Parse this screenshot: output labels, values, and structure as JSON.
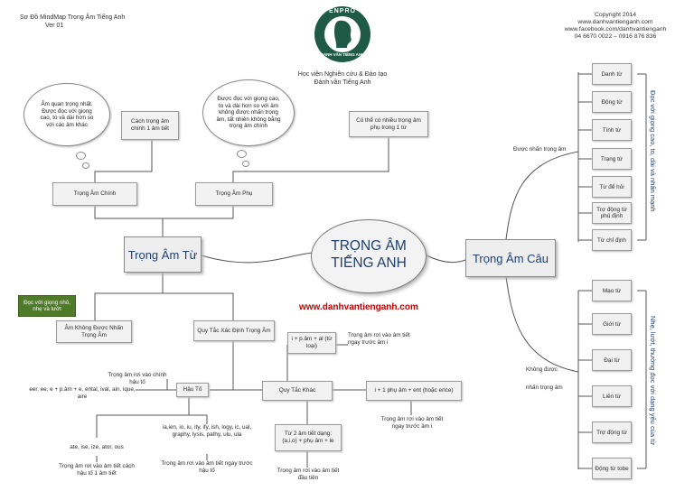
{
  "header": {
    "title_line1": "Sơ Đồ MindMap Trọng Âm Tiếng Anh",
    "title_line2": "Ver 01",
    "logo_top": "ENPRO",
    "logo_bottom": "ĐÁNH VẦN TIẾNG ANH",
    "org_line1": "Học viện Nghiên cứu & Đào tạo",
    "org_line2": "Đánh vần Tiếng Anh",
    "copyright": "Copyright 2014",
    "site": "www.danhvantienganh.com",
    "facebook": "www.facebook.com/danhvantienganh",
    "phones": "04 6670 0022 – 0916 876 836"
  },
  "center": {
    "line1": "TRỌNG ÂM",
    "line2": "TIẾNG ANH"
  },
  "website": "www.danhvantienganh.com",
  "left": {
    "main": "Trọng Âm Từ",
    "primary": "Trọng Âm Chính",
    "secondary": "Trọng Âm Phụ",
    "how_stressed": "Cách trọng âm chính 1 âm tiết",
    "secondary_multi": "Có thể có nhiều trọng âm phụ trong 1 từ",
    "cloud_primary": "Âm quan trọng nhất. Được đọc với giọng cao, to và dài hơn so với các âm khác",
    "cloud_secondary": "Được đọc với giọng cao, to và dài hơn so với âm không được nhấn trọng âm, tất nhiên không bằng trọng âm chính",
    "note_green": "Đọc với giọng nhỏ, nhẹ và lướt",
    "unstressed": "Âm Không Được Nhấn Trọng Âm",
    "rules": "Quy Tắc Xác Định Trọng Âm",
    "suffix": "Hậu Tố",
    "other_rules": "Quy Tắc Khác",
    "rule_ial": "i + p.âm + al (từ loại)",
    "rule_ial_note": "Trọng âm rơi vào âm tiết ngay trước âm i",
    "rule_ent": "i + 1 phụ âm + ent (hoặc ence)",
    "rule_ent_note": "Trọng âm rơi vào âm tiết ngay trước âm i",
    "rule_two": "Từ 2 âm tiết dạng: (a,i,o) + phụ âm + le",
    "rule_two_note": "Trọng âm rơi vào âm tiết đầu tiên",
    "suffix_note": "Trọng âm rơi vào chính hậu tố",
    "suffix_list1": "eer, ee, e + p.âm + e, ental, ival, ain, ique, aire",
    "suffix_list2": "ate, ise, ize, ator, ous",
    "suffix_list2_note": "Trọng âm rơi vào âm tiết cách hậu tố 1 âm tiết",
    "suffix_list3": "ia,ien, io, iu, ity, ify, ish, logy, ic, ual, graphy, lysis, pathy, ulu, ula",
    "suffix_list3_note": "Trọng âm rơi vào âm tiết ngay trước hậu tố"
  },
  "right": {
    "main": "Trọng Âm Câu",
    "stressed_label": "Được nhấn trọng âm",
    "unstressed_label_1": "Không được",
    "unstressed_label_2": "nhấn trọng âm",
    "stressed_items": [
      "Danh từ",
      "Động từ",
      "Tính từ",
      "Trạng từ",
      "Từ để hỏi",
      "Trợ động từ phủ định",
      "Từ chỉ định"
    ],
    "unstressed_items": [
      "Mạo từ",
      "Giới từ",
      "Đại từ",
      "Liên từ",
      "Trợ động từ",
      "Động từ tobe"
    ],
    "stressed_note": "Đọc với giọng cao, to, dài và nhấn mạnh",
    "unstressed_note": "Nhẹ, lướt, thường đọc với dạng yếu của từ"
  },
  "colors": {
    "main_text": "#1f3f6f",
    "website": "#c00000",
    "note_green_bg": "#4f7a28",
    "logo": "#1e5a46"
  }
}
